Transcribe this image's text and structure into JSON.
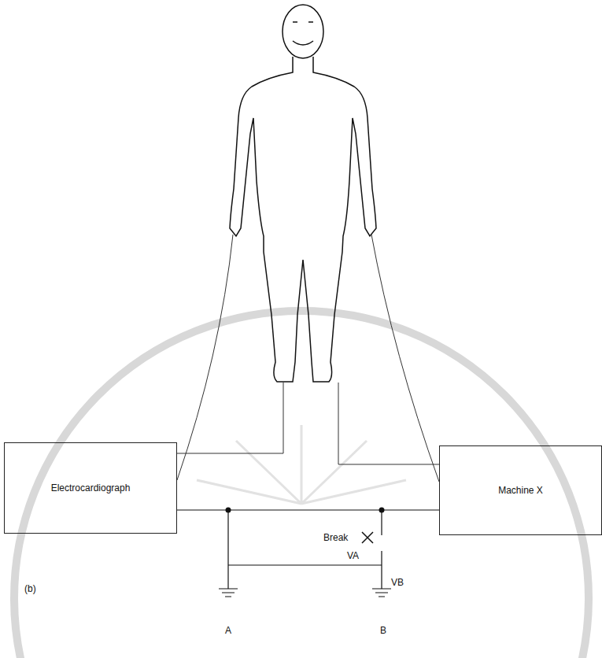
{
  "diagram": {
    "nodes": [
      {
        "text": [
          "Electrocardiograph"
        ]
      },
      {
        "text": [
          "Machine X"
        ]
      }
    ],
    "edges": [
      {
        "from": 0,
        "to": 1,
        "arrow": "none"
      }
    ],
    "labels": [
      "Break",
      "VA",
      "VB",
      "(b)",
      "A",
      "B"
    ]
  }
}
